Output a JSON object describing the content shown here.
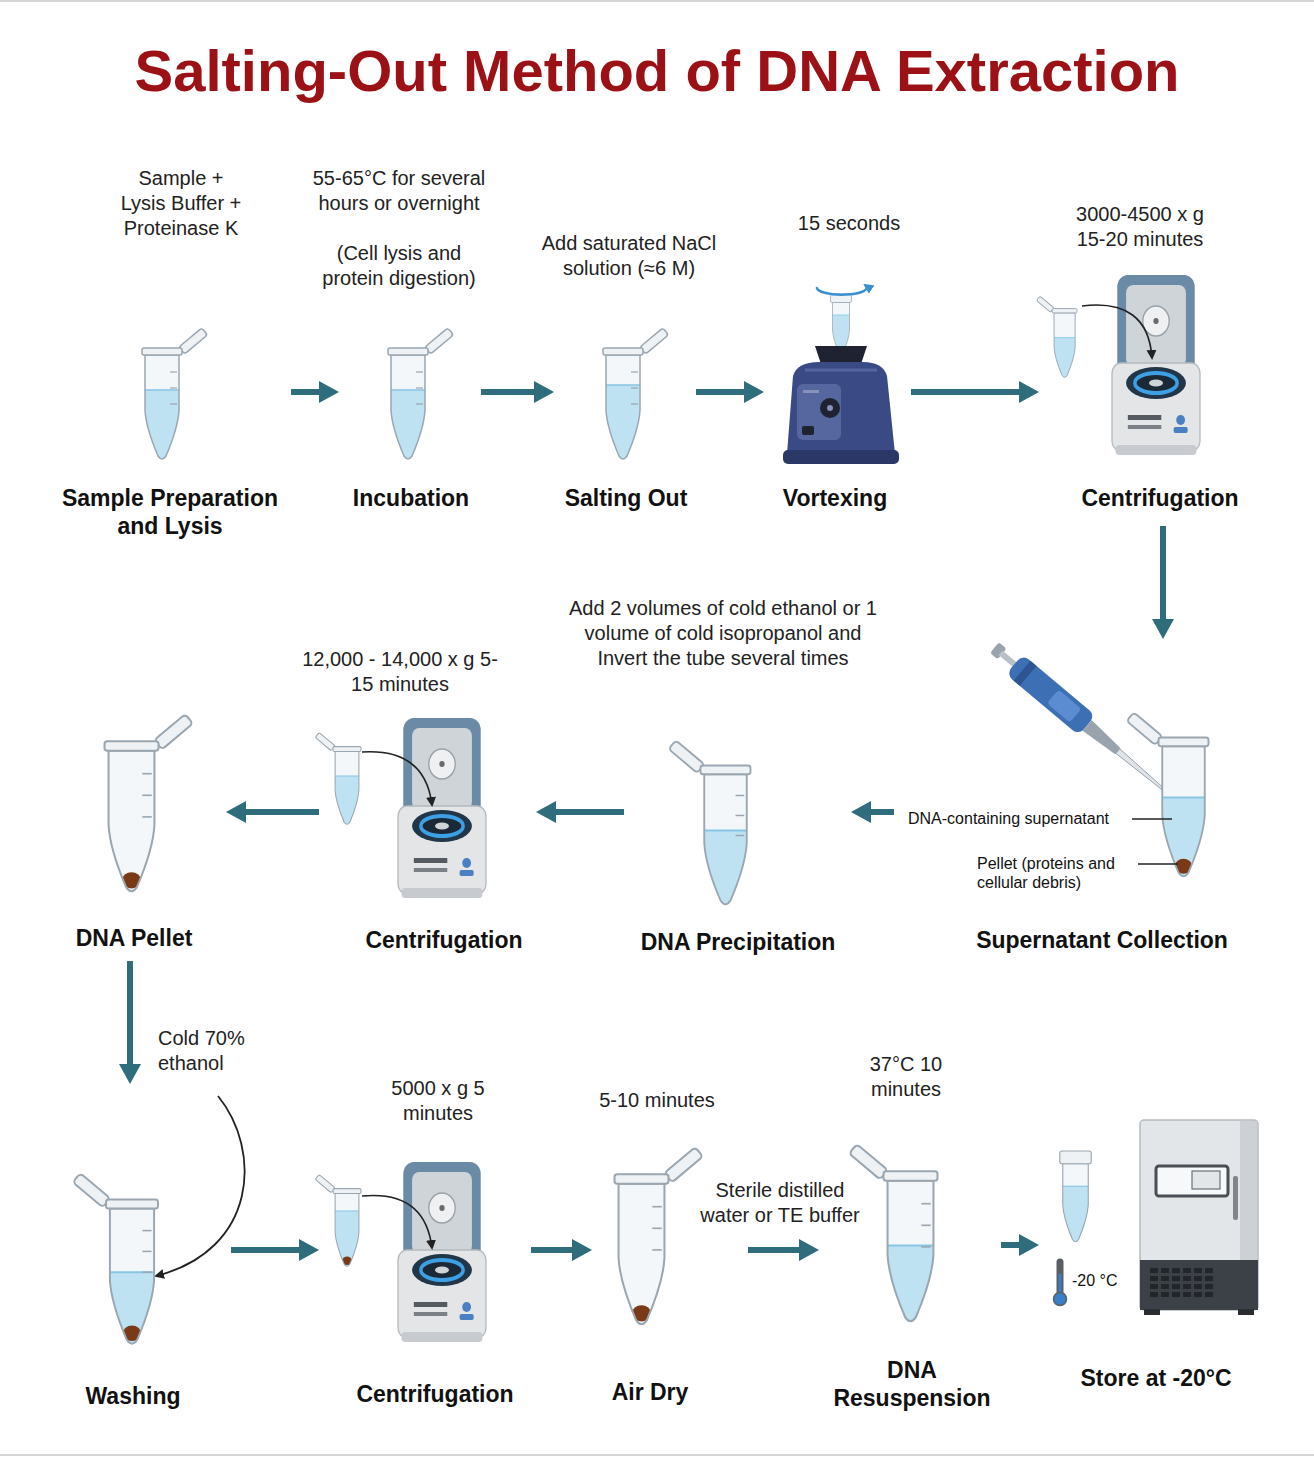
{
  "diagram": {
    "title": "Salting-Out Method of DNA Extraction",
    "nodes": [
      {
        "text": [
          "Sample + Lysis Buffer + Proteinase K",
          "Sample Preparation and Lysis"
        ]
      },
      {
        "text": [
          "55-65°C for several hours or overnight",
          "(Cell lysis and protein digestion)",
          "Incubation"
        ]
      },
      {
        "text": [
          "Add saturated NaCl solution (≈6 M)",
          "Salting Out"
        ]
      },
      {
        "text": [
          "15 seconds",
          "Vortexing"
        ]
      },
      {
        "text": [
          "3000-4500 x g 15-20 minutes",
          "Centrifugation"
        ]
      },
      {
        "text": [
          "Supernatant Collection"
        ]
      },
      {
        "text": [
          "Add 2 volumes of cold ethanol or 1 volume of cold isopropanol and Invert the tube several times",
          "DNA Precipitation"
        ]
      },
      {
        "text": [
          "12,000 - 14,000 x g 5-15 minutes",
          "Centrifugation"
        ]
      },
      {
        "text": [
          "DNA Pellet"
        ]
      },
      {
        "text": [
          "Washing"
        ]
      },
      {
        "text": [
          "5000 x g 5 minutes",
          "Centrifugation"
        ]
      },
      {
        "text": [
          "5-10 minutes",
          "Air Dry"
        ]
      },
      {
        "text": [
          "37°C 10 minutes",
          "DNA Resuspension"
        ]
      },
      {
        "text": [
          "Store at -20°C"
        ]
      }
    ],
    "edges": [
      {
        "from": 0,
        "to": 1,
        "arrow": "to"
      },
      {
        "from": 1,
        "to": 2,
        "arrow": "to"
      },
      {
        "from": 2,
        "to": 3,
        "arrow": "to"
      },
      {
        "from": 3,
        "to": 4,
        "arrow": "to"
      },
      {
        "from": 4,
        "to": 5,
        "arrow": "to"
      },
      {
        "from": 5,
        "to": 6,
        "arrow": "to"
      },
      {
        "from": 6,
        "to": 7,
        "arrow": "to"
      },
      {
        "from": 7,
        "to": 8,
        "arrow": "to"
      },
      {
        "from": 8,
        "to": 9,
        "arrow": "to",
        "label": "Cold 70% ethanol"
      },
      {
        "from": 9,
        "to": 10,
        "arrow": "to"
      },
      {
        "from": 10,
        "to": 11,
        "arrow": "to"
      },
      {
        "from": 11,
        "to": 12,
        "arrow": "to",
        "label": "Sterile distilled water or TE buffer"
      },
      {
        "from": 12,
        "to": 13,
        "arrow": "to"
      }
    ],
    "labels": [
      "DNA-containing supernatant",
      "Pellet (proteins and cellular debris)",
      "-20 °C"
    ]
  }
}
